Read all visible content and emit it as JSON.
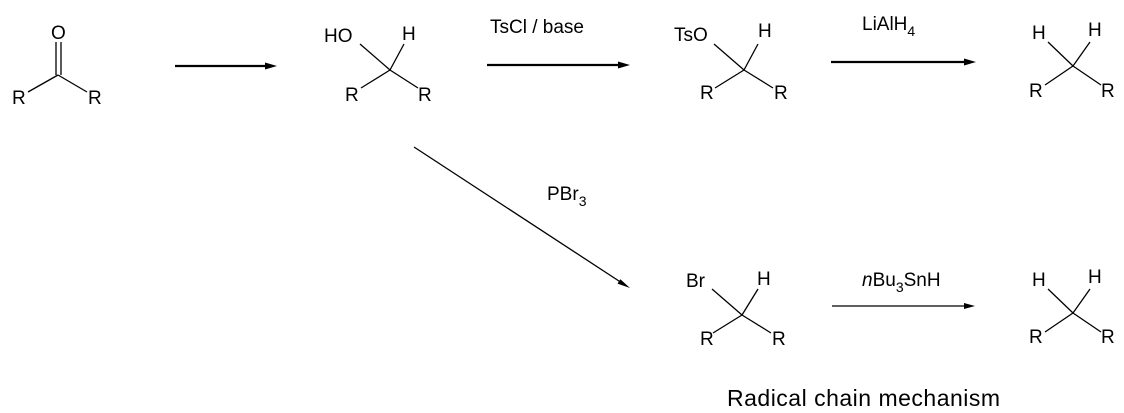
{
  "molecules": {
    "ketone": {
      "carbonyl_o": "O",
      "r_left": "R",
      "r_right": "R"
    },
    "alcohol": {
      "oh": "HO",
      "h": "H",
      "r_left": "R",
      "r_right": "R"
    },
    "tosylate": {
      "ots": "TsO",
      "h": "H",
      "r_left": "R",
      "r_right": "R"
    },
    "alkane_top": {
      "h_left": "H",
      "h_right": "H",
      "r_left": "R",
      "r_right": "R"
    },
    "bromide": {
      "br": "Br",
      "h": "H",
      "r_left": "R",
      "r_right": "R"
    },
    "alkane_bottom": {
      "h_left": "H",
      "h_right": "H",
      "r_left": "R",
      "r_right": "R"
    }
  },
  "reagents": {
    "tscl": "TsCl / base",
    "lialh4": {
      "main": "LiAlH",
      "sub": "4"
    },
    "pbr3": {
      "main": "PBr",
      "sub": "3"
    },
    "tin_hydride": {
      "prefix": "n",
      "mid": "Bu",
      "sub": "3",
      "rest": "SnH"
    }
  },
  "caption": "Radical chain mechanism"
}
